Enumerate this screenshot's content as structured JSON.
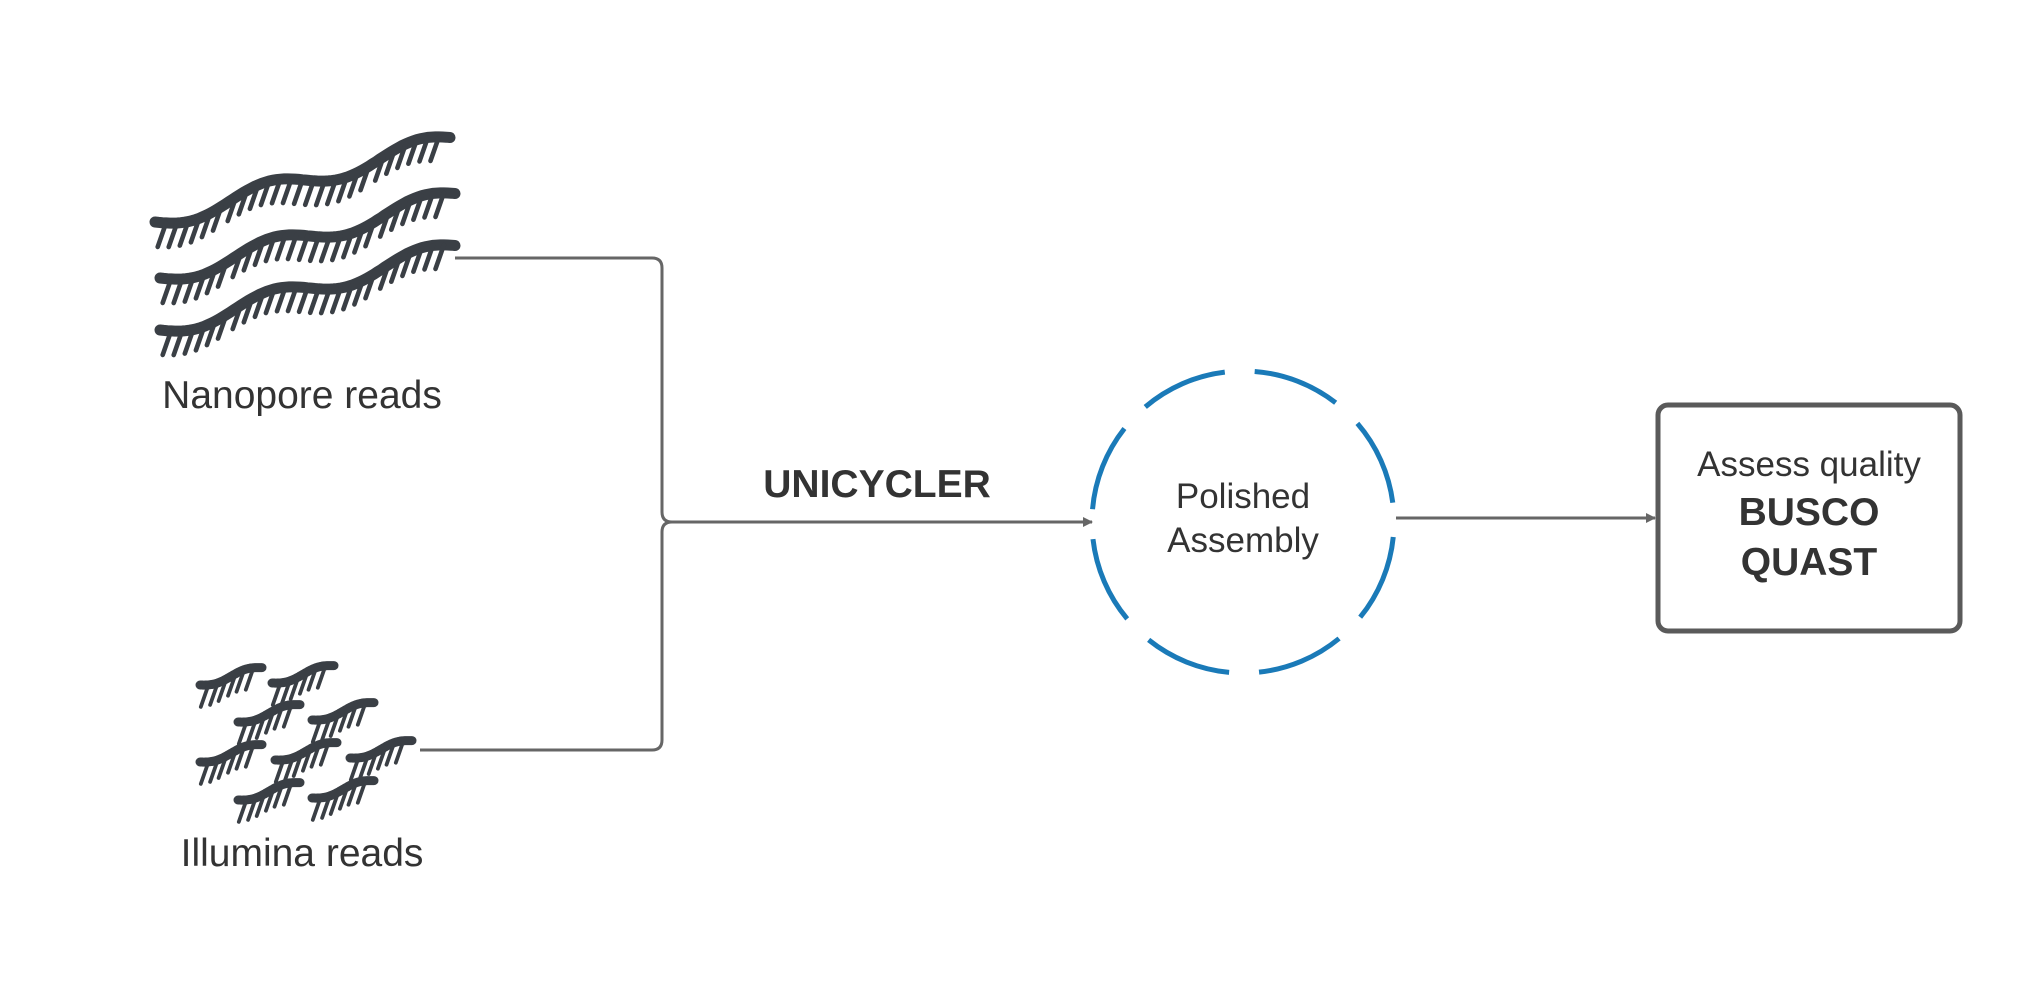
{
  "inputs": {
    "nanopore_label": "Nanopore reads",
    "illumina_label": "Illumina reads",
    "nanopore_icon": "long-reads-icon",
    "illumina_icon": "short-reads-icon"
  },
  "process": {
    "tool_label": "UNICYCLER"
  },
  "assembly": {
    "line1": "Polished",
    "line2": "Assembly"
  },
  "assessment": {
    "title": "Assess quality",
    "tool1": "BUSCO",
    "tool2": "QUAST"
  },
  "colors": {
    "icon": "#3a3f45",
    "connector": "#666666",
    "circle": "#1a7ab8",
    "text": "#333333",
    "box_border": "#5a5a5a"
  }
}
